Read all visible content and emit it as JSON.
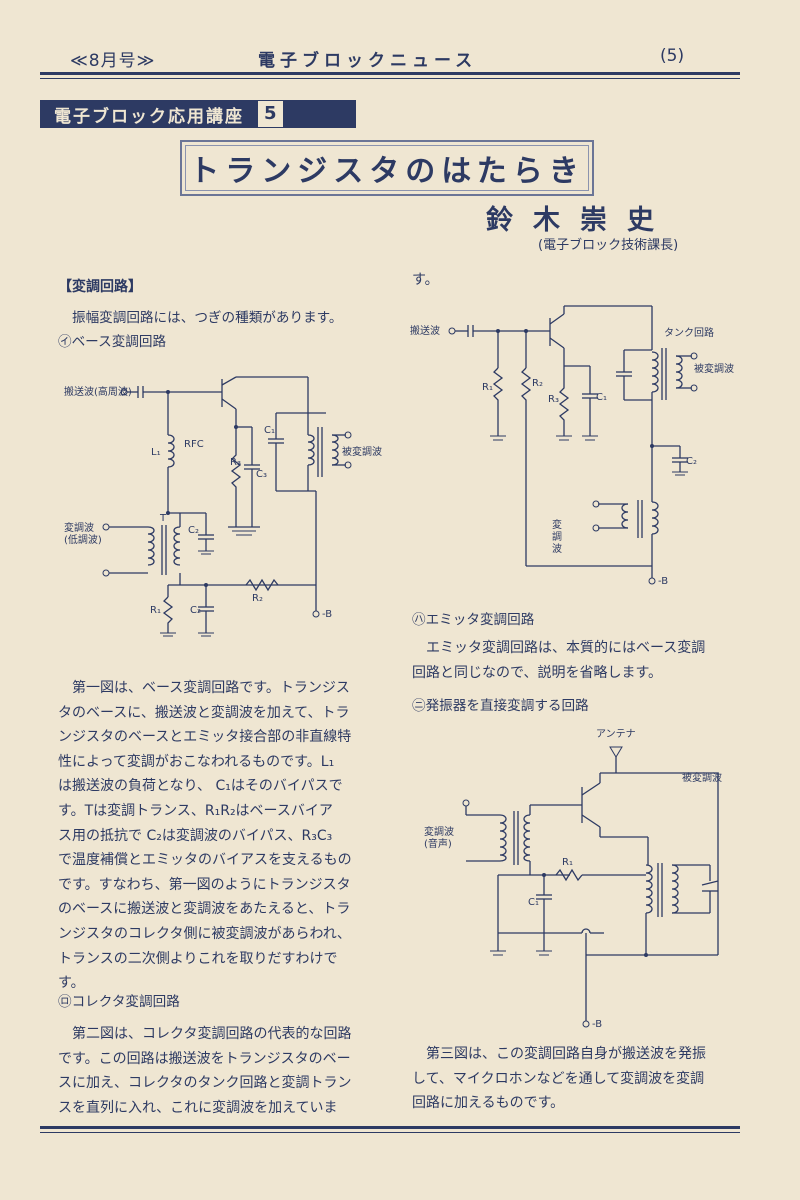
{
  "header": {
    "issue": "≪8月号≫",
    "newsletter": "電子ブロックニュース",
    "page": "(5)"
  },
  "series": {
    "label": "電子ブロック応用講座",
    "number": "5"
  },
  "article": {
    "title": "トランジスタのはたらき",
    "author": "鈴木崇史",
    "affiliation": "(電子ブロック技術課長)"
  },
  "left_col": {
    "section_head": "【変調回路】",
    "intro": "振幅変調回路には、つぎの種類があります。",
    "item1": "㋑ベース変調回路",
    "para1": [
      "第一図は、ベース変調回路です。トランジス",
      "タのベースに、搬送波と変調波を加えて、トラ",
      "ンジスタのベースとエミッタ接合部の非直線特",
      "性によって変調がおこなわれるものです。L₁",
      "は搬送波の負荷となり、 C₁はそのバイパスで",
      "す。Tは変調トランス、R₁R₂はベースバイア",
      "ス用の抵抗で C₂は変調波のバイパス、R₃C₃",
      "で温度補償とエミッタのバイアスを支えるもの",
      "です。すなわち、第一図のようにトランジスタ",
      "のベースに搬送波と変調波をあたえると、トラ",
      "ンジスタのコレクタ側に被変調波があらわれ、",
      "トランスの二次側よりこれを取りだすわけで",
      "す。"
    ],
    "item2": "㋺コレクタ変調回路",
    "para2": [
      "第二図は、コレクタ変調回路の代表的な回路",
      "です。この回路は搬送波をトランジスタのベー",
      "スに加え、コレクタのタンク回路と変調トラン",
      "スを直列に入れ、これに変調波を加えていま"
    ]
  },
  "right_col": {
    "cont": "す。",
    "item3": "㋩エミッタ変調回路",
    "para3": [
      "エミッタ変調回路は、本質的にはベース変調",
      "回路と同じなので、説明を省略します。"
    ],
    "item4": "㋥発振器を直接変調する回路",
    "para4": [
      "第三図は、この変調回路自身が搬送波を発振",
      "して、マイクロホンなどを通して変調波を変調",
      "回路に加えるものです。"
    ]
  },
  "fig1": {
    "carrier": "搬送波(高周波)",
    "mod": "変調波",
    "mod_sub": "(低調波)",
    "rfc": "RFC",
    "l1": "L₁",
    "r1": "R₁",
    "c1": "C₁",
    "c2": "C₂",
    "c3": "C₃",
    "r2": "R₂",
    "r3": "R₃",
    "t": "T",
    "out": "被変調波",
    "b": "-B"
  },
  "fig2": {
    "carrier": "搬送波",
    "r1": "R₁",
    "r2": "R₂",
    "r3": "R₃",
    "c1": "C₁",
    "c2": "C₂",
    "tank": "タンク回路",
    "out": "被変調波",
    "mod": [
      "変",
      "調",
      "波"
    ],
    "b": "-B"
  },
  "fig3": {
    "antenna": "アンテナ",
    "out": "被変調波",
    "mod": "変調波",
    "mod_sub": "(音声)",
    "r1": "R₁",
    "c1": "C₁",
    "b": "-B"
  }
}
